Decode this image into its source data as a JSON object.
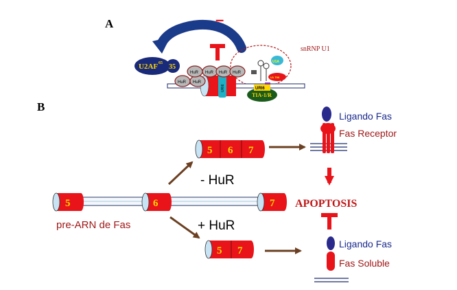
{
  "panel_a": {
    "label": "A",
    "minus_sign": "–",
    "snrnp_label": "snRNP U1",
    "u2af_label": "U2AF",
    "u2af_superscript": "65",
    "u2af_35": "35",
    "hur_label": "HuR",
    "uri6_label": "URI6",
    "tia_label": "TIA-1/R",
    "u1a_label": "U1A",
    "u1_70k_label": "U1 70K"
  },
  "panel_b": {
    "label": "B",
    "pre_mrna_label": "pre-ARN de Fas",
    "exons": {
      "e5": "5",
      "e6": "6",
      "e7": "7"
    },
    "minus_hur": "- HuR",
    "plus_hur": "+ HuR",
    "apoptosis": "APOPTOSIS",
    "top_ligand": "Ligando Fas",
    "top_receptor": "Fas Receptor",
    "bottom_ligand": "Ligando Fas",
    "bottom_soluble": "Fas Soluble"
  },
  "colors": {
    "exon_red": "#e8141a",
    "exon_cap": "#c8e4f4",
    "arrow_brown": "#6b4022",
    "dark_red_text": "#a01818",
    "navy": "#1a2a8c",
    "curved_arrow": "#1a3a8a",
    "inhibit_red": "#e8141a"
  }
}
